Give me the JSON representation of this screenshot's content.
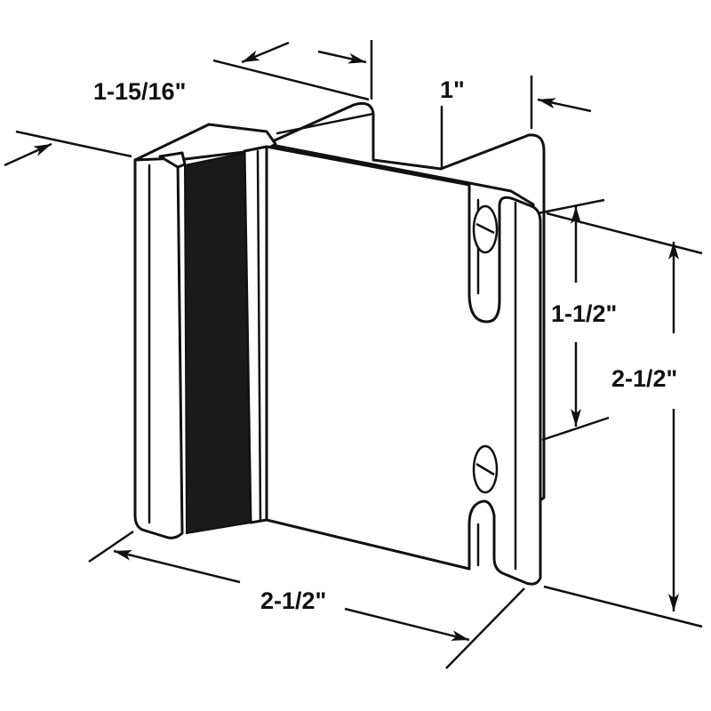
{
  "dimensions": {
    "top_depth": "1-15/16\"",
    "top_width": "1\"",
    "slot_spacing": "1-1/2\"",
    "total_height": "2-1/2\"",
    "bottom_width": "2-1/2\""
  },
  "colors": {
    "line": "#111111",
    "fill": "#ffffff",
    "gasket": "#1a1a1a"
  }
}
